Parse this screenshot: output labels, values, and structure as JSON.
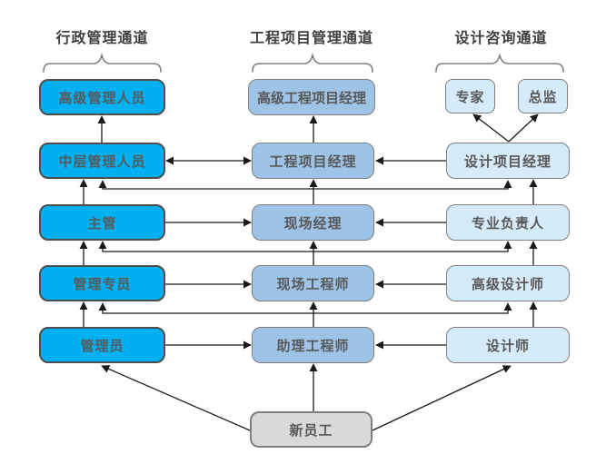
{
  "headers": {
    "admin": "行政管理通道",
    "engineering": "工程项目管理通道",
    "design": "设计咨询通道"
  },
  "columns": {
    "admin": {
      "levels": [
        "高级管理人员",
        "中层管理人员",
        "主管",
        "管理专员",
        "管理员"
      ]
    },
    "engineering": {
      "levels": [
        "高级工程项目经理",
        "工程项目经理",
        "现场经理",
        "现场工程师",
        "助理工程师"
      ]
    },
    "design": {
      "top": [
        "专家",
        "总监"
      ],
      "levels": [
        "设计项目经理",
        "专业负责人",
        "高级设计师",
        "设计师"
      ]
    }
  },
  "entry": {
    "label": "新员工"
  },
  "connections": [
    {
      "from": "中层管理人员",
      "to": "高级管理人员",
      "type": "promotion-up"
    },
    {
      "from": "主管",
      "to": "中层管理人员",
      "type": "promotion-up"
    },
    {
      "from": "管理专员",
      "to": "主管",
      "type": "promotion-up"
    },
    {
      "from": "管理员",
      "to": "管理专员",
      "type": "promotion-up"
    },
    {
      "from": "工程项目经理",
      "to": "高级工程项目经理",
      "type": "promotion-up"
    },
    {
      "from": "现场经理",
      "to": "工程项目经理",
      "type": "promotion-up"
    },
    {
      "from": "现场工程师",
      "to": "现场经理",
      "type": "promotion-up"
    },
    {
      "from": "助理工程师",
      "to": "现场工程师",
      "type": "promotion-up"
    },
    {
      "from": "专业负责人",
      "to": "设计项目经理",
      "type": "promotion-up"
    },
    {
      "from": "高级设计师",
      "to": "专业负责人",
      "type": "promotion-up"
    },
    {
      "from": "设计师",
      "to": "高级设计师",
      "type": "promotion-up"
    },
    {
      "from": "设计项目经理",
      "to": "专家",
      "type": "promotion-up"
    },
    {
      "from": "设计项目经理",
      "to": "总监",
      "type": "promotion-up"
    },
    {
      "from": "中层管理人员",
      "to": "工程项目经理",
      "type": "bidirectional"
    },
    {
      "from": "设计项目经理",
      "to": "工程项目经理",
      "type": "transfer"
    },
    {
      "from": "主管",
      "to": "现场经理",
      "type": "transfer"
    },
    {
      "from": "专业负责人",
      "to": "现场经理",
      "type": "transfer"
    },
    {
      "from": "管理专员",
      "to": "现场工程师",
      "type": "transfer"
    },
    {
      "from": "高级设计师",
      "to": "现场工程师",
      "type": "transfer"
    },
    {
      "from": "管理员",
      "to": "助理工程师",
      "type": "transfer"
    },
    {
      "from": "设计师",
      "to": "助理工程师",
      "type": "transfer"
    },
    {
      "from": "中层管理人员",
      "to": "设计项目经理",
      "type": "bidirectional-elbow"
    },
    {
      "from": "主管",
      "to": "专业负责人",
      "type": "bidirectional-elbow"
    },
    {
      "from": "管理专员",
      "to": "高级设计师",
      "type": "bidirectional-elbow"
    },
    {
      "from": "新员工",
      "to": "管理员",
      "type": "entry"
    },
    {
      "from": "新员工",
      "to": "助理工程师",
      "type": "entry"
    },
    {
      "from": "新员工",
      "to": "设计师",
      "type": "entry"
    }
  ],
  "colors": {
    "admin_fill": "#00b0f0",
    "engineering_fill": "#9dc3e6",
    "design_fill": "#d6ebf9",
    "entry_fill": "#d9d9d9",
    "box_border": "#7f7f7f",
    "admin_border": "#4d4d4d",
    "line": "#1a1a1a",
    "label_text": "#595959",
    "header_text": "#3f3f3f"
  }
}
